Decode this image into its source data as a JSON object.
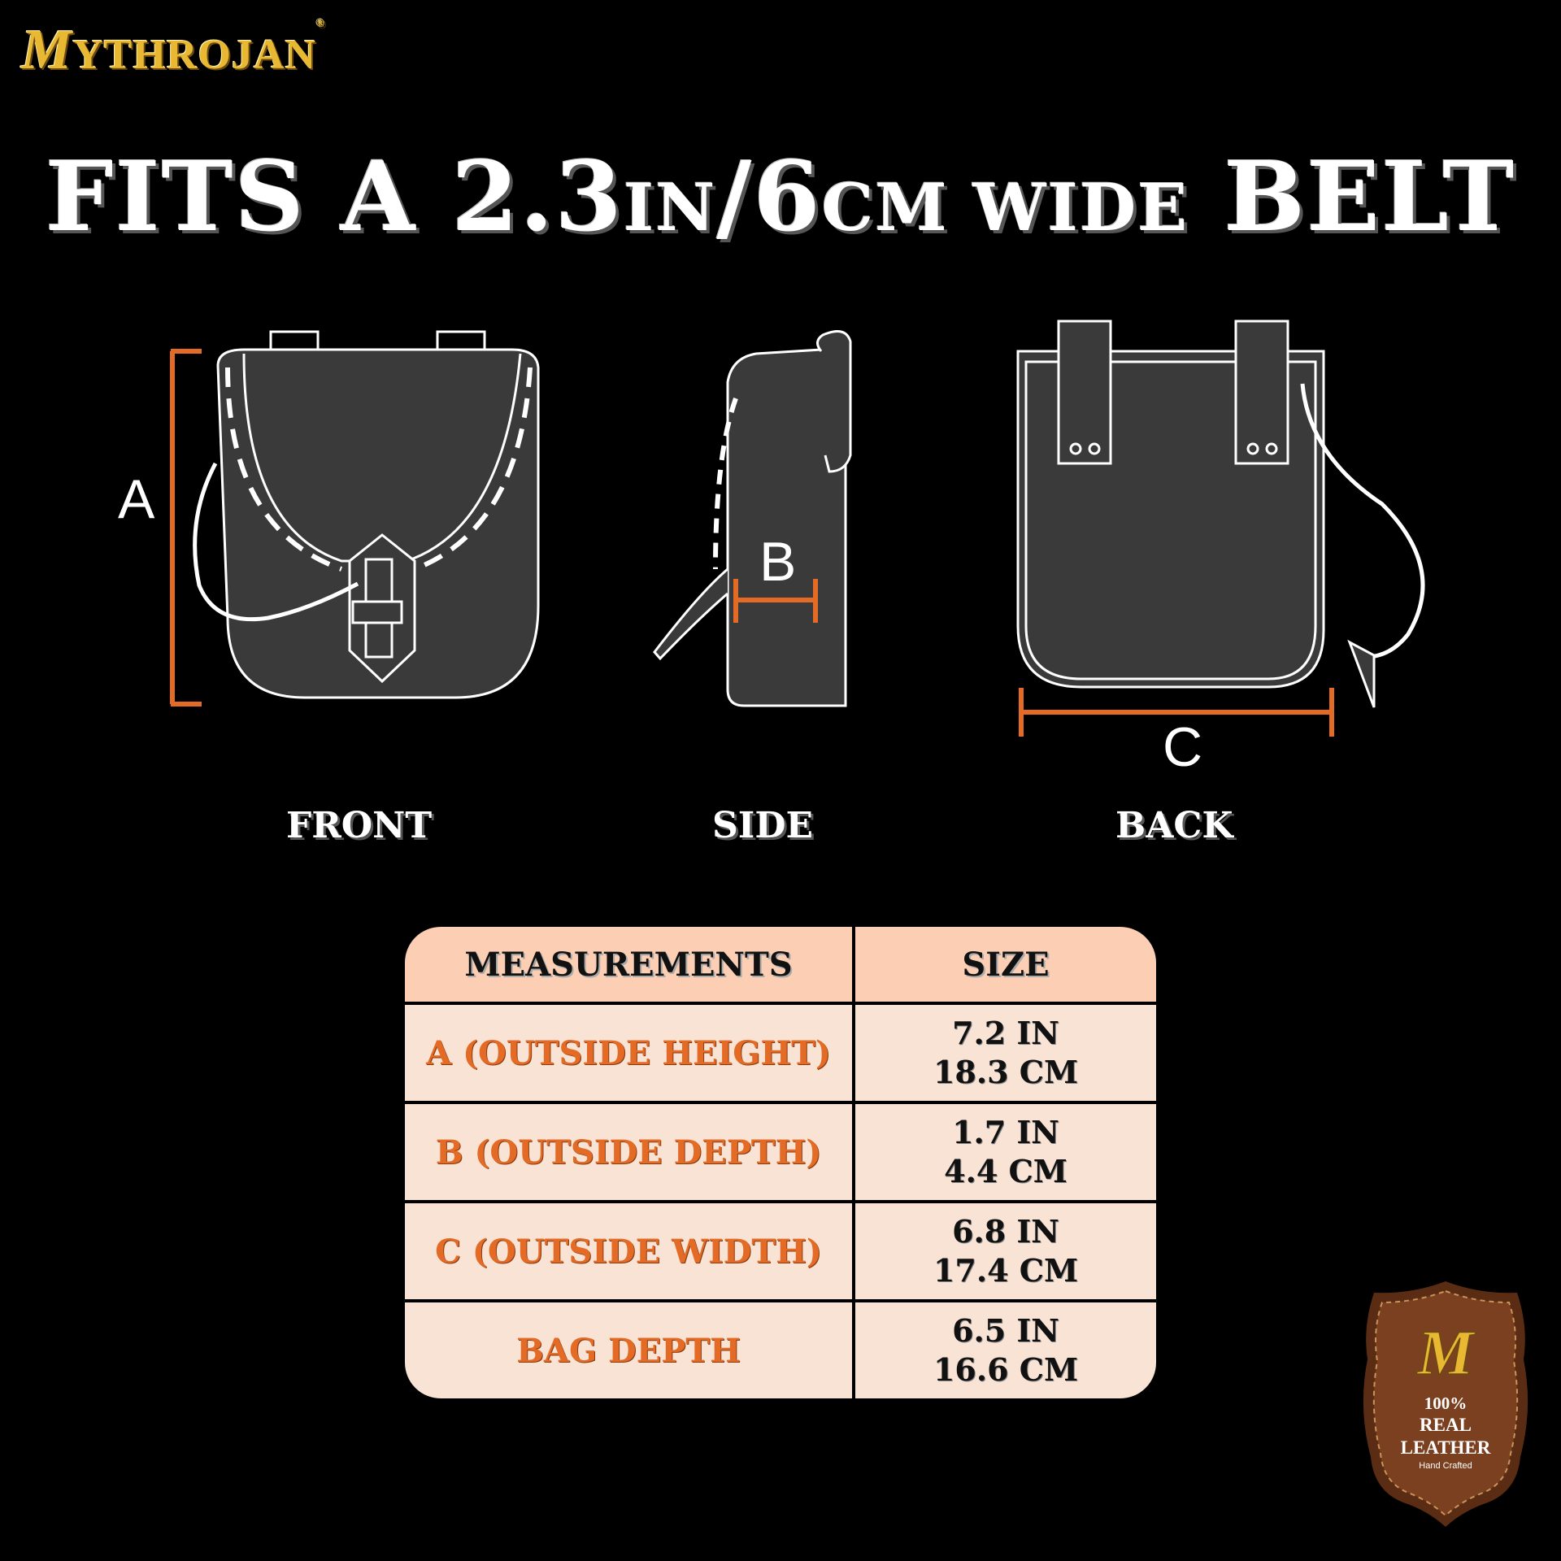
{
  "brand": {
    "logo_initial": "M",
    "logo_rest": "YTHROJAN",
    "registered": "®"
  },
  "headline": {
    "part1": "FITS A 2.3",
    "unit1": "IN",
    "sep": "/6",
    "unit2": "CM WIDE",
    "part2": " BELT"
  },
  "diagram": {
    "dimension_letters": {
      "a": "A",
      "b": "B",
      "c": "C"
    },
    "views": {
      "front": "FRONT",
      "side": "SIDE",
      "back": "BACK"
    },
    "colors": {
      "outline": "#ffffff",
      "fill": "#3a3a3a",
      "dimension": "#e46b25"
    }
  },
  "table": {
    "headers": [
      "MEASUREMENTS",
      "SIZE"
    ],
    "rows": [
      {
        "name": "A (OUTSIDE HEIGHT)",
        "in": "7.2 IN",
        "cm": "18.3 CM"
      },
      {
        "name": "B (OUTSIDE DEPTH)",
        "in": "1.7 IN",
        "cm": "4.4 CM"
      },
      {
        "name": "C (OUTSIDE WIDTH)",
        "in": "6.8 IN",
        "cm": "17.4 CM"
      },
      {
        "name": "BAG DEPTH",
        "in": "6.5 IN",
        "cm": "16.6 CM"
      }
    ],
    "colors": {
      "header_bg": "#fccfb4",
      "row_bg": "#f9e3d5",
      "name_text": "#e46b25"
    }
  },
  "badge": {
    "monogram": "M",
    "line1": "100%",
    "line2": "REAL",
    "line3": "LEATHER",
    "line4": "Hand Crafted",
    "colors": {
      "leather": "#7a4020",
      "leather_dark": "#5a2c14",
      "gold": "#e8b832"
    }
  }
}
